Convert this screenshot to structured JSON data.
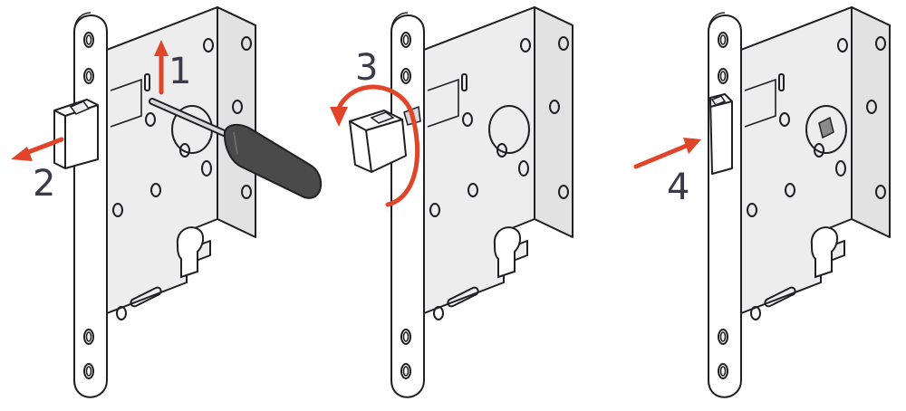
{
  "steps": [
    {
      "number": "1"
    },
    {
      "number": "2"
    },
    {
      "number": "3"
    },
    {
      "number": "4"
    }
  ],
  "colors": {
    "outline": "#1f1f24",
    "body_fill": "#ededed",
    "plate_fill": "#ffffff",
    "arrow": "#e0452a",
    "handle": "#4a4a4a",
    "label": "#3a3a4a"
  },
  "icons": [
    "screwdriver-icon",
    "arrow-up-icon",
    "arrow-left-icon",
    "rotate-arrow-icon",
    "arrow-right-icon"
  ]
}
